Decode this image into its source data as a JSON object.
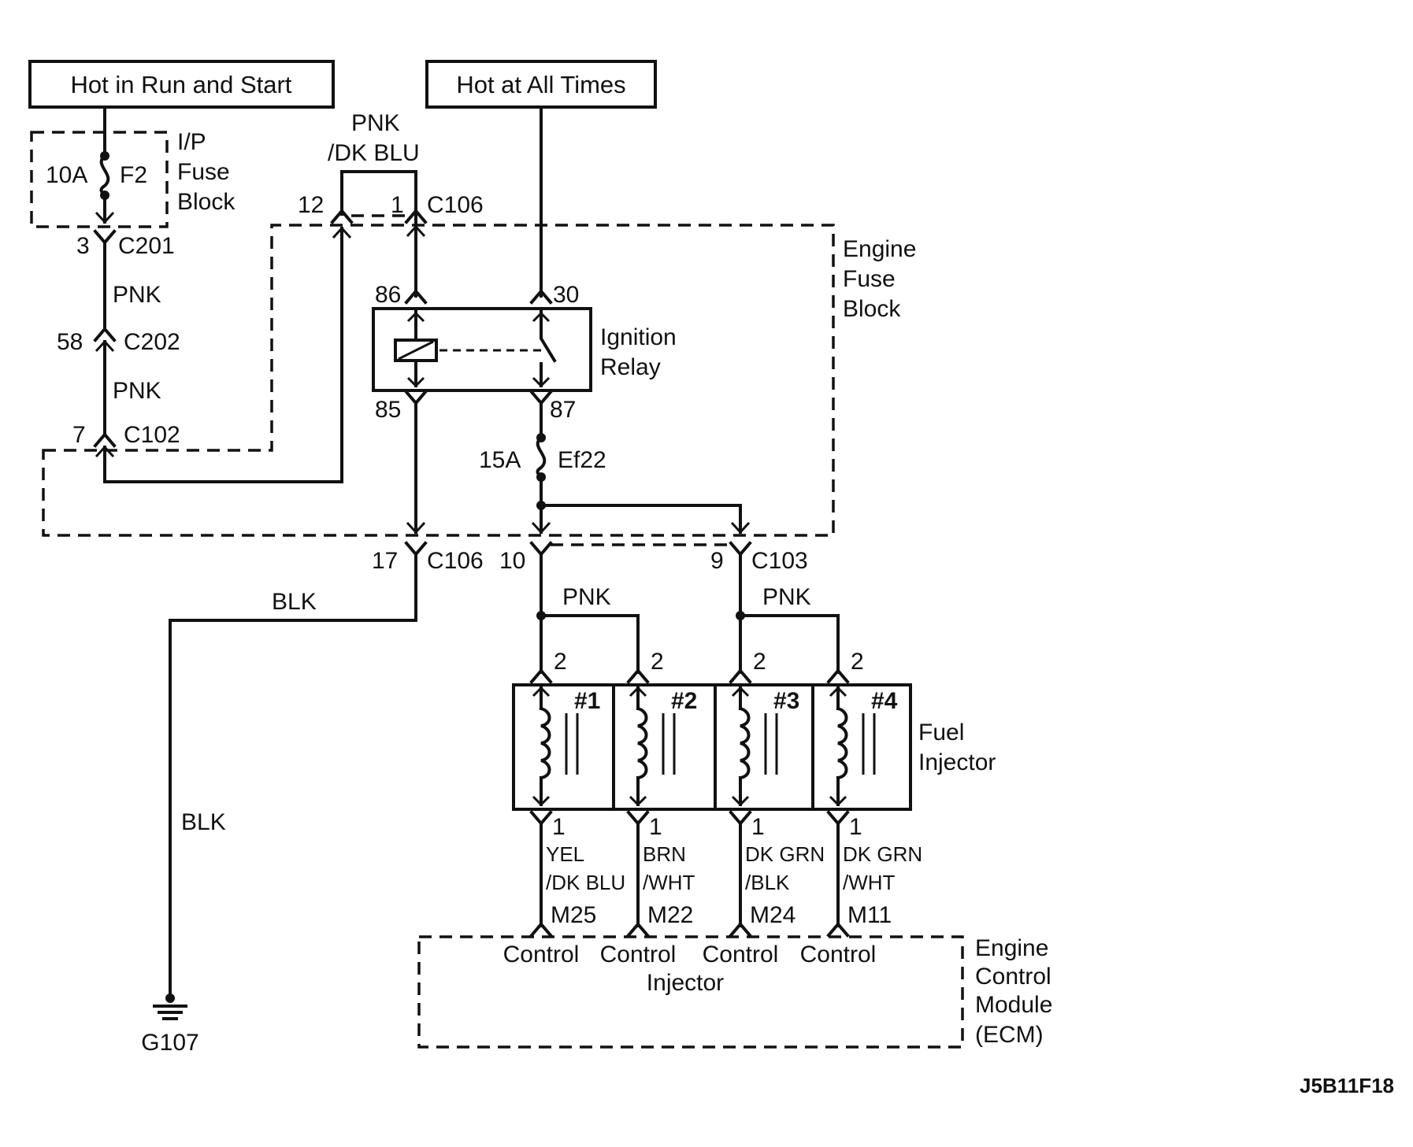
{
  "sources": {
    "hot_run_start": "Hot in Run and Start",
    "hot_all_times": "Hot at All Times"
  },
  "ip_fuse_block": {
    "label_line1": "I/P",
    "label_line2": "Fuse",
    "label_line3": "Block",
    "fuse_rating": "10A",
    "fuse_name": "F2"
  },
  "engine_fuse_block": {
    "label_line1": "Engine",
    "label_line2": "Fuse",
    "label_line3": "Block",
    "fuse_rating": "15A",
    "fuse_name": "Ef22"
  },
  "relay": {
    "label_line1": "Ignition",
    "label_line2": "Relay",
    "pins": {
      "p86": "86",
      "p30": "30",
      "p85": "85",
      "p87": "87"
    }
  },
  "connectors": {
    "c201_pin": "3",
    "c201": "C201",
    "c202_pin": "58",
    "c202": "C202",
    "c102_pin": "7",
    "c102": "C102",
    "c106_top_pin_a": "12",
    "c106_top_pin_b": "1",
    "c106_top": "C106",
    "c106_bottom_pin": "17",
    "c106_bottom": "C106",
    "c103_pin_a": "10",
    "c103_pin_b": "9",
    "c103": "C103"
  },
  "wires": {
    "pnk_dkblu_line1": "PNK",
    "pnk_dkblu_line2": "/DK BLU",
    "pnk_1": "PNK",
    "pnk_2": "PNK",
    "pnk_3": "PNK",
    "pnk_4": "PNK",
    "blk_1": "BLK",
    "blk_2": "BLK"
  },
  "injectors": {
    "label_line1": "Fuel",
    "label_line2": "Injector",
    "items": [
      {
        "name": "#1",
        "top_pin": "2",
        "bottom_pin": "1",
        "wire_line1": "YEL",
        "wire_line2": "/DK BLU",
        "ecm_pin": "M25"
      },
      {
        "name": "#2",
        "top_pin": "2",
        "bottom_pin": "1",
        "wire_line1": "BRN",
        "wire_line2": "/WHT",
        "ecm_pin": "M22"
      },
      {
        "name": "#3",
        "top_pin": "2",
        "bottom_pin": "1",
        "wire_line1": "DK GRN",
        "wire_line2": "/BLK",
        "ecm_pin": "M24"
      },
      {
        "name": "#4",
        "top_pin": "2",
        "bottom_pin": "1",
        "wire_line1": "DK GRN",
        "wire_line2": "/WHT",
        "ecm_pin": "M11"
      }
    ]
  },
  "ecm": {
    "label_line1": "Engine",
    "label_line2": "Control",
    "label_line3": "Module",
    "label_line4": "(ECM)",
    "control_label": "Control",
    "injector_label": "Injector"
  },
  "ground": {
    "name": "G107"
  },
  "figure_id": "J5B11F18"
}
